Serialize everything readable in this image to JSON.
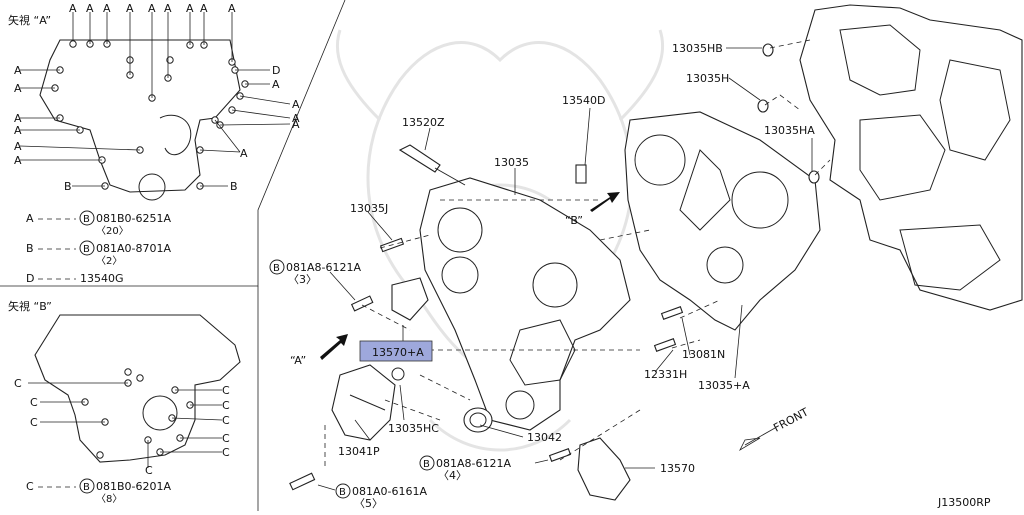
{
  "inset_a": {
    "title": "矢視 “A”",
    "letter_a": "A",
    "letter_b": "B",
    "letter_d": "D",
    "legend": [
      {
        "key": "A",
        "code": "081B0-6251A",
        "qty": "〈20〉"
      },
      {
        "key": "B",
        "code": "081A0-8701A",
        "qty": "〈2〉"
      },
      {
        "key": "D",
        "code": "13540G",
        "qty": ""
      }
    ]
  },
  "inset_b": {
    "title": "矢視 “B”",
    "letter_c": "C",
    "legend": [
      {
        "key": "C",
        "code": "081B0-6201A",
        "qty": "〈8〉"
      }
    ]
  },
  "bolt_prefix": "B",
  "parts": {
    "p13520Z": "13520Z",
    "p13035": "13035",
    "p13540D": "13540D",
    "p13035HB": "13035HB",
    "p13035H": "13035H",
    "p13035HA": "13035HA",
    "p13035J": "13035J",
    "p081A8a": "081A8-6121A",
    "p081A8a_qty": "〈3〉",
    "p13570A": "13570+A",
    "p13035HC": "13035HC",
    "p13041P": "13041P",
    "p13042": "13042",
    "p13081N": "13081N",
    "p12331H": "12331H",
    "p13035A": "13035+A",
    "p081A8b": "081A8-6121A",
    "p081A8b_qty": "〈4〉",
    "p13570": "13570",
    "p081A0": "081A0-6161A",
    "p081A0_qty": "〈5〉"
  },
  "view_a": "“A”",
  "view_b": "“B”",
  "front": "FRONT",
  "diagram_id": "J13500RP",
  "colors": {
    "highlight": "#9ea8dc"
  }
}
